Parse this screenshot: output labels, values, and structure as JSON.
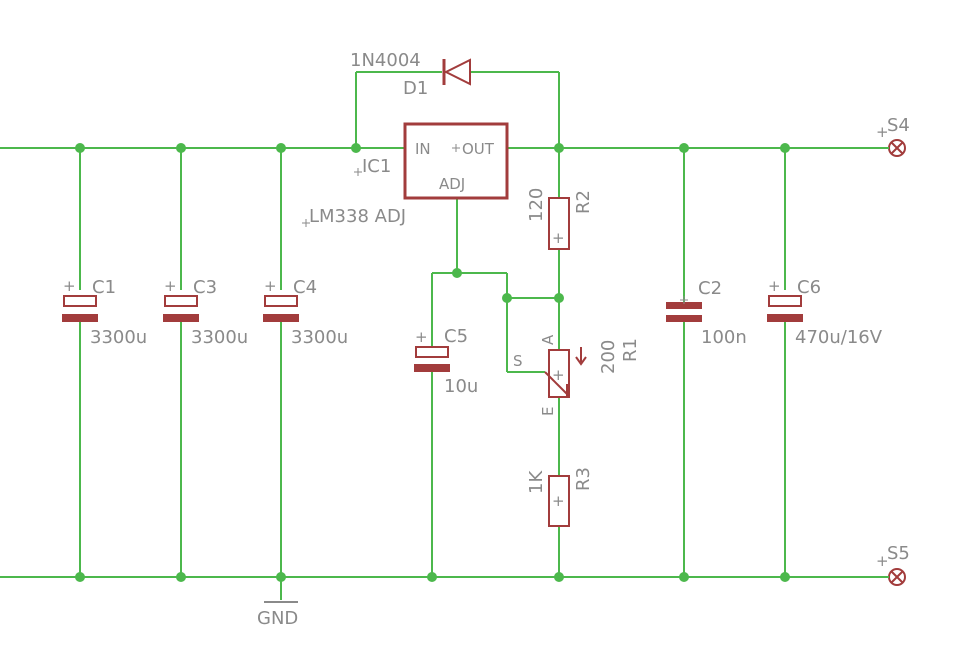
{
  "components": {
    "diode": {
      "name": "D1",
      "value": "1N4004"
    },
    "regulator": {
      "name": "IC1",
      "value": "LM338 ADJ",
      "pin_in": "IN",
      "pin_out": "OUT",
      "pin_adj": "ADJ"
    },
    "c1": {
      "name": "C1",
      "value": "3300u"
    },
    "c3": {
      "name": "C3",
      "value": "3300u"
    },
    "c4": {
      "name": "C4",
      "value": "3300u"
    },
    "c5": {
      "name": "C5",
      "value": "10u"
    },
    "c2": {
      "name": "C2",
      "value": "100n"
    },
    "c6": {
      "name": "C6",
      "value": "470u/16V"
    },
    "r2": {
      "name": "R2",
      "value": "120"
    },
    "r1": {
      "name": "R1",
      "value": "200",
      "pin_a": "A",
      "pin_e": "E",
      "pin_s": "S"
    },
    "r3": {
      "name": "R3",
      "value": "1K"
    },
    "s4": {
      "name": "S4"
    },
    "s5": {
      "name": "S5"
    },
    "gnd": {
      "label": "GND"
    }
  },
  "colors": {
    "wire": "#4cb84c",
    "part": "#a23c3c",
    "text": "#8a8a8a",
    "background": "#ffffff"
  }
}
